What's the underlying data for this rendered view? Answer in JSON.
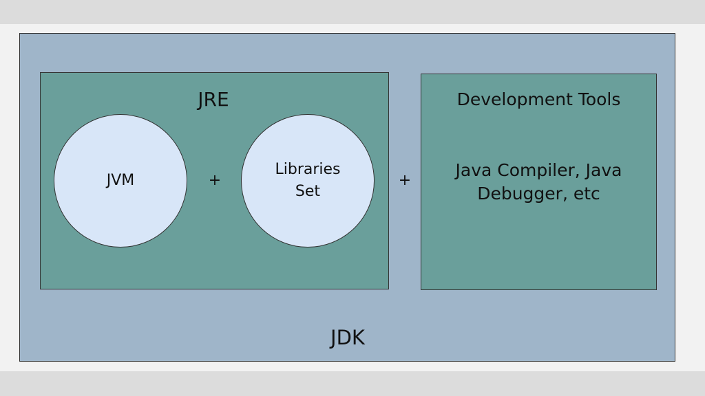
{
  "jdk": {
    "label": "JDK"
  },
  "jre": {
    "label": "JRE",
    "jvm": "JVM",
    "libraries_line1": "Libraries",
    "libraries_line2": "Set",
    "plus": "+"
  },
  "plus_between": "+",
  "dev_tools": {
    "title": "Development Tools",
    "desc_line1": "Java Compiler, Java",
    "desc_line2": "Debugger, etc"
  }
}
